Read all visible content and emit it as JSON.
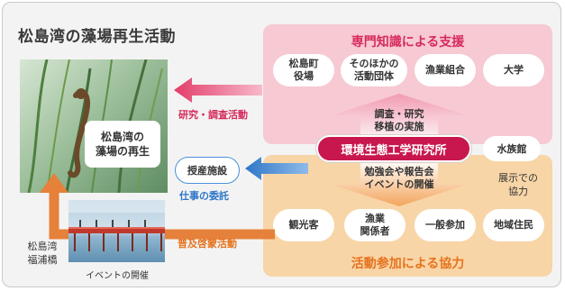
{
  "title": "松島湾の藻場再生活動",
  "support_panel": {
    "title": "専門知識による支援",
    "members": [
      "松島町\n役場",
      "そのほかの\n活動団体",
      "漁業組合",
      "大学"
    ]
  },
  "research_arrow_text": "調査・研究\n移植の実施",
  "institute": "環境生態工学研究所",
  "event_arrow_text": "勉強会や報告会\nイベントの開催",
  "aquarium": "水族館",
  "aquarium_note": "展示での\n協力",
  "participation_panel": {
    "title": "活動参加による協力",
    "members": [
      "観光客",
      "漁業\n関係者",
      "一般参加",
      "地域住民"
    ]
  },
  "seaweed_label": "松島湾の\n藻場の再生",
  "research_flow_label": "研究・調査活動",
  "facility": "授産施設",
  "commission_label": "仕事の委託",
  "outreach_label": "普及啓蒙活動",
  "bridge_name": "松島湾\n福浦橋",
  "bridge_caption": "イベントの開催",
  "colors": {
    "support_bg": "#f6c9d3",
    "support_accent": "#d62a5a",
    "participation_bg": "#f8d5a7",
    "participation_accent": "#e5731d",
    "institute": "#c8174e",
    "commission": "#2e76c8"
  }
}
